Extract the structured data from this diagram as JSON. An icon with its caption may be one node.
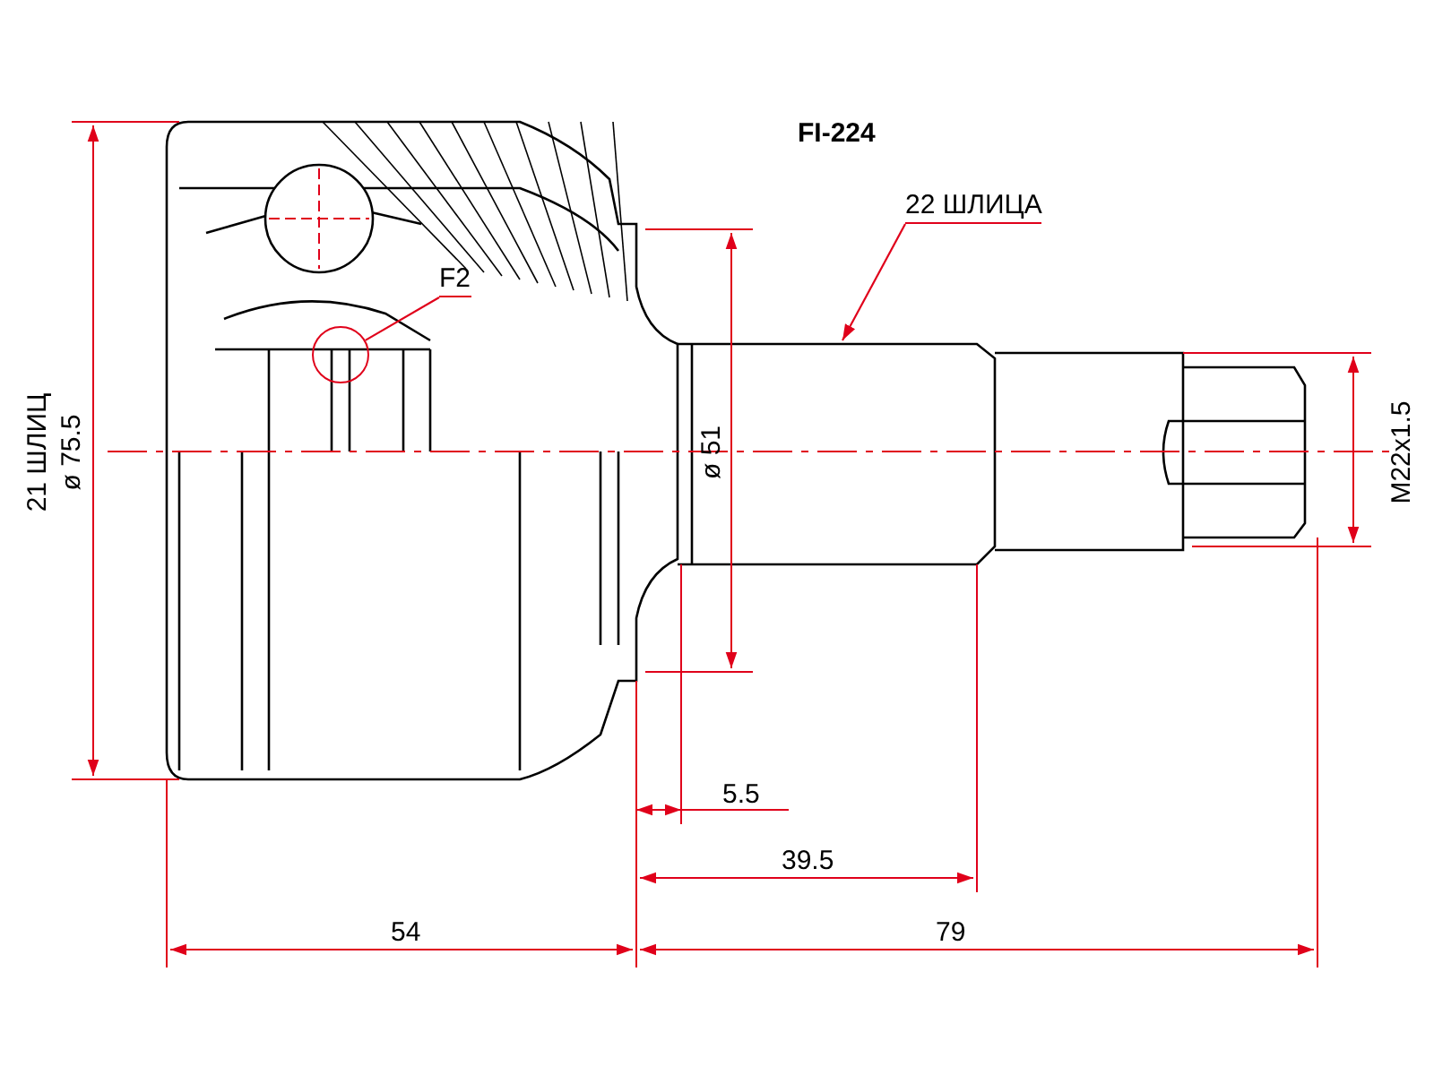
{
  "diagram": {
    "nodes": [
      {
        "text": [
          "22 ШЛИЦА"
        ]
      },
      {
        "text": [
          "F2"
        ]
      },
      {
        "text": [],
        "shape": "circle"
      }
    ],
    "edges": [
      {
        "from": 0,
        "to": null,
        "arrow": "to"
      },
      {
        "from": 1,
        "to": 2,
        "arrow": "none"
      }
    ],
    "labels": [
      "FI-224",
      "21 ШЛИЦ",
      "ø 75.5",
      "ø 51",
      "M22x1.5",
      "5.5",
      "39.5",
      "54",
      "79"
    ]
  }
}
